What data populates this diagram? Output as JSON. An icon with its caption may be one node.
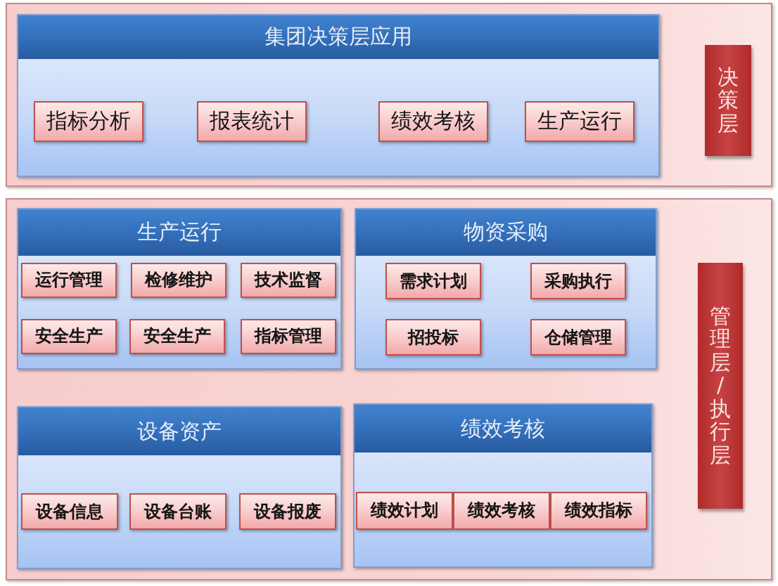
{
  "diagram": {
    "nodes": [
      {
        "text": [],
        "shape": "box"
      },
      {
        "text": [
          "集团决策层应用"
        ],
        "in": 0
      },
      {
        "text": [
          "指标分析"
        ],
        "in": 1
      },
      {
        "text": [
          "报表统计"
        ],
        "in": 1
      },
      {
        "text": [
          "绩效考核"
        ],
        "in": 1
      },
      {
        "text": [
          "生产运行"
        ],
        "in": 1
      },
      {
        "text": [
          "决策层"
        ],
        "in": 0
      },
      {
        "text": [],
        "shape": "box"
      },
      {
        "text": [
          "生产运行"
        ],
        "in": 7
      },
      {
        "text": [
          "运行管理"
        ],
        "in": 8
      },
      {
        "text": [
          "检修维护"
        ],
        "in": 8
      },
      {
        "text": [
          "技术监督"
        ],
        "in": 8
      },
      {
        "text": [
          "安全生产"
        ],
        "in": 8
      },
      {
        "text": [
          "安全生产"
        ],
        "in": 8
      },
      {
        "text": [
          "指标管理"
        ],
        "in": 8
      },
      {
        "text": [
          "物资采购"
        ],
        "in": 7
      },
      {
        "text": [
          "需求计划"
        ],
        "in": 15
      },
      {
        "text": [
          "采购执行"
        ],
        "in": 15
      },
      {
        "text": [
          "招投标"
        ],
        "in": 15
      },
      {
        "text": [
          "仓储管理"
        ],
        "in": 15
      },
      {
        "text": [
          "设备资产"
        ],
        "in": 7
      },
      {
        "text": [
          "设备信息"
        ],
        "in": 20
      },
      {
        "text": [
          "设备台账"
        ],
        "in": 20
      },
      {
        "text": [
          "设备报废"
        ],
        "in": 20
      },
      {
        "text": [
          "绩效考核"
        ],
        "in": 7
      },
      {
        "text": [
          "绩效计划"
        ],
        "in": 24
      },
      {
        "text": [
          "绩效考核"
        ],
        "in": 24
      },
      {
        "text": [
          "绩效指标"
        ],
        "in": 24
      },
      {
        "text": [
          "管理层/执行层"
        ],
        "in": 7
      }
    ]
  }
}
